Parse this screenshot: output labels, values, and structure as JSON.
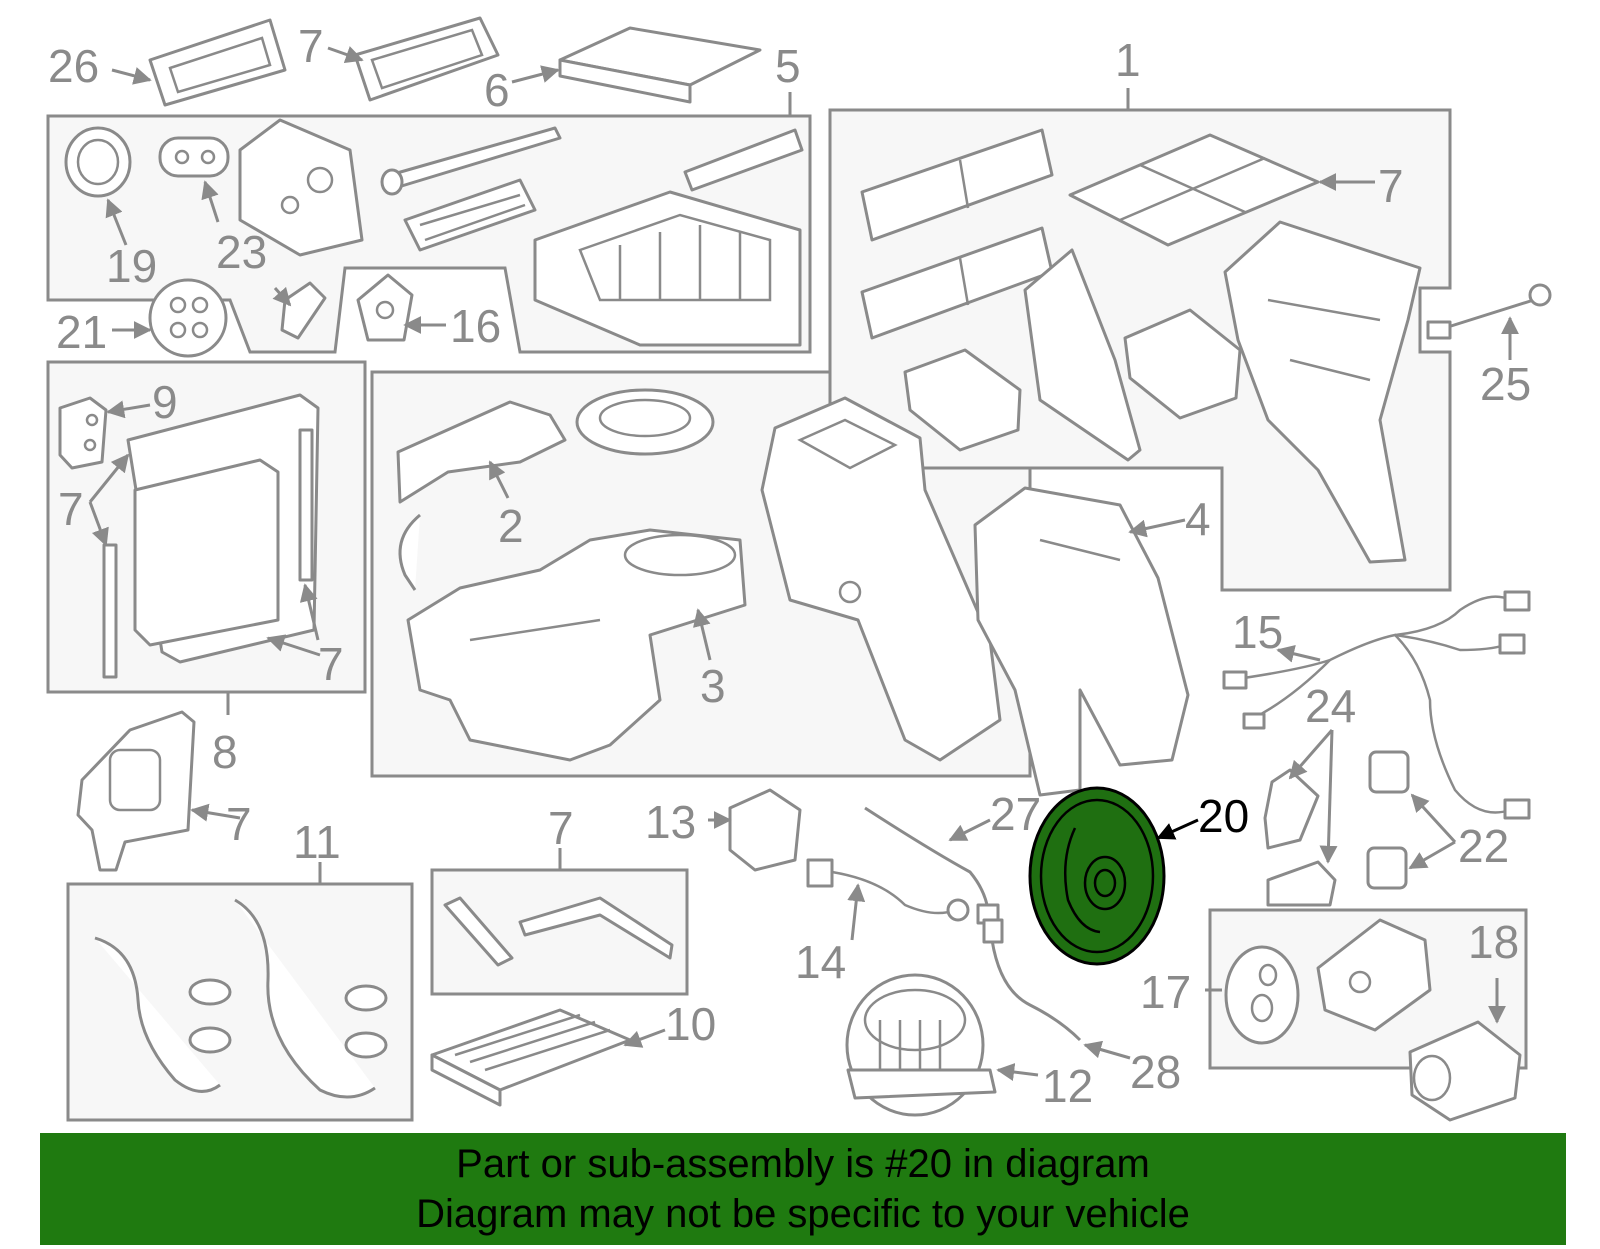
{
  "callouts": {
    "c1": "1",
    "c2": "2",
    "c3": "3",
    "c4": "4",
    "c5": "5",
    "c6": "6",
    "c7": "7",
    "c8": "8",
    "c9": "9",
    "c10": "10",
    "c11": "11",
    "c12": "12",
    "c13": "13",
    "c14": "14",
    "c15": "15",
    "c16": "16",
    "c17": "17",
    "c18": "18",
    "c19": "19",
    "c20": "20",
    "c21": "21",
    "c22": "22",
    "c23": "23",
    "c24": "24",
    "c25": "25",
    "c26": "26",
    "c27": "27",
    "c28": "28"
  },
  "highlighted_part": "20",
  "banner": {
    "line1": "Part or sub-assembly is #20 in diagram",
    "line2": "Diagram may not be specific to your vehicle"
  },
  "colors": {
    "highlight": "#1f6f11",
    "banner": "#1f7a10",
    "linework": "#8a8a8a"
  }
}
